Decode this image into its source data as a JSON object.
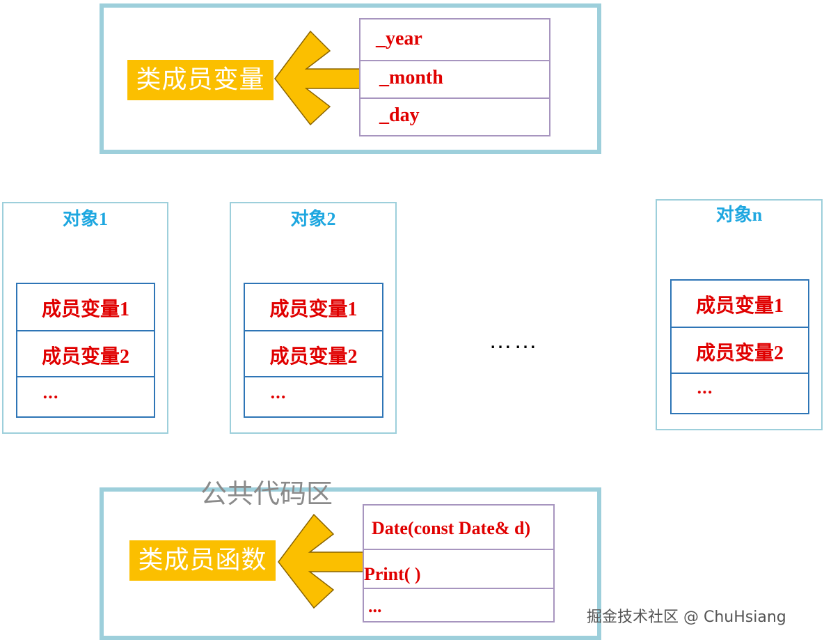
{
  "class_members": {
    "label": "类成员变量",
    "fields": [
      "_year",
      "_month",
      "_day"
    ]
  },
  "objects": [
    {
      "title": "对象1",
      "rows": [
        "成员变量1",
        "成员变量2",
        "..."
      ]
    },
    {
      "title": "对象2",
      "rows": [
        "成员变量1",
        "成员变量2",
        "..."
      ]
    },
    {
      "title": "对象n",
      "rows": [
        "成员变量1",
        "成员变量2",
        "..."
      ]
    }
  ],
  "ellipsis": "……",
  "public_code": {
    "title": "公共代码区",
    "label": "类成员函数",
    "methods": [
      "Date(const Date& d)",
      "Print( )",
      "..."
    ]
  },
  "watermark": "掘金技术社区 @ ChuHsiang",
  "colors": {
    "frame": "#9dcfdb",
    "orange": "#fbbf00",
    "purple_border": "#a795bf",
    "blue_border": "#2e75b6",
    "red_text": "#e00000",
    "cyan_text": "#1ea7e0"
  }
}
